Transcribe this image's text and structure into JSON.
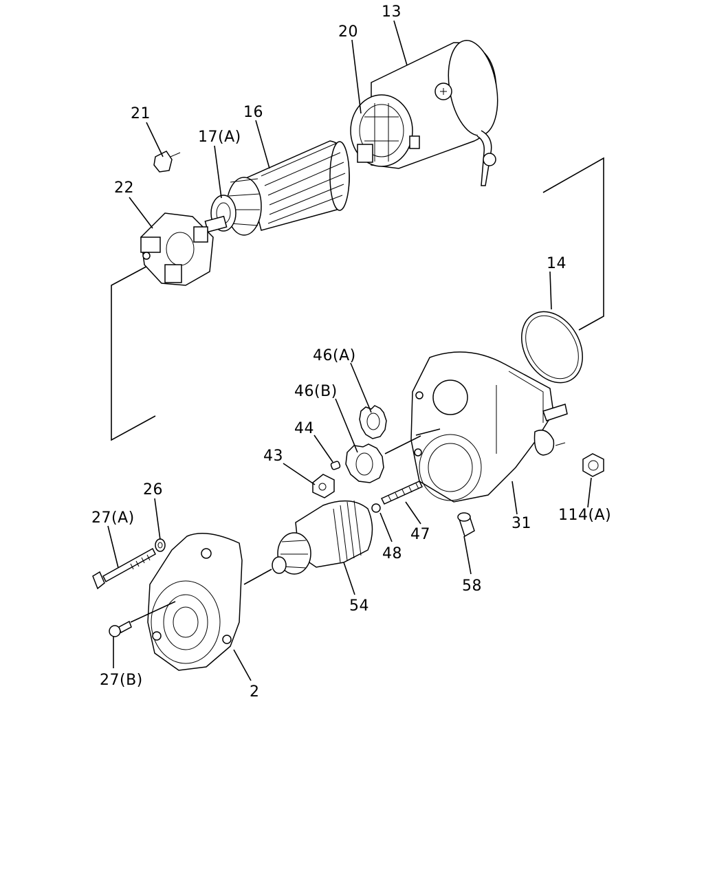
{
  "diagram": {
    "callouts": [
      {
        "id": "c13",
        "label": "13"
      },
      {
        "id": "c20",
        "label": "20"
      },
      {
        "id": "c21",
        "label": "21"
      },
      {
        "id": "c16",
        "label": "16"
      },
      {
        "id": "c17a",
        "label": "17(A)"
      },
      {
        "id": "c22",
        "label": "22"
      },
      {
        "id": "c14",
        "label": "14"
      },
      {
        "id": "c46a",
        "label": "46(A)"
      },
      {
        "id": "c46b",
        "label": "46(B)"
      },
      {
        "id": "c44",
        "label": "44"
      },
      {
        "id": "c43",
        "label": "43"
      },
      {
        "id": "c26",
        "label": "26"
      },
      {
        "id": "c27a",
        "label": "27(A)"
      },
      {
        "id": "c47",
        "label": "47"
      },
      {
        "id": "c48",
        "label": "48"
      },
      {
        "id": "c31",
        "label": "31"
      },
      {
        "id": "c114a",
        "label": "114(A)"
      },
      {
        "id": "c58",
        "label": "58"
      },
      {
        "id": "c54",
        "label": "54"
      },
      {
        "id": "c27b",
        "label": "27(B)"
      },
      {
        "id": "c2",
        "label": "2"
      }
    ]
  }
}
